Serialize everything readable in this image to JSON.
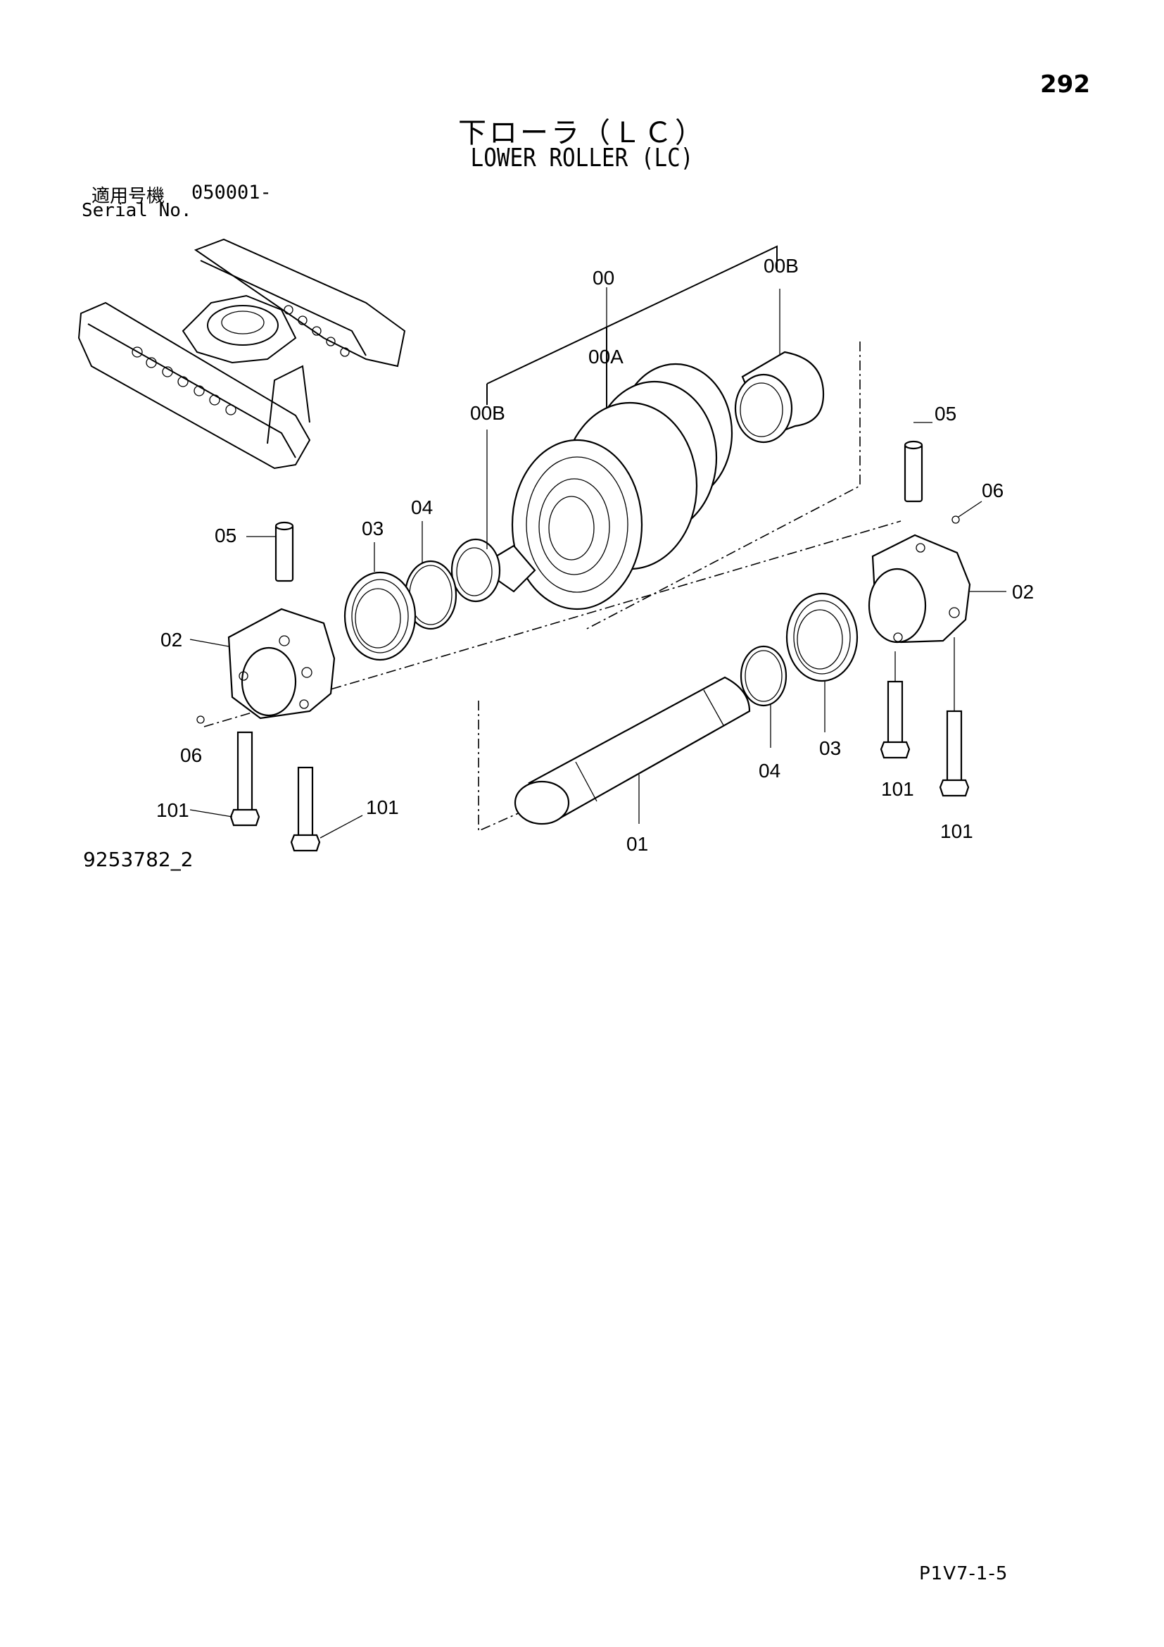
{
  "page_number": "292",
  "title_jp": "下ローラ（ＬＣ）",
  "title_en": "LOWER ROLLER (LC)",
  "serial_label_jp": "適用号機",
  "serial_value": "050001-",
  "serial_label_en": "Serial No.",
  "drawing_code": "9253782_2",
  "page_code": "P1V7-1-5",
  "callouts": {
    "c_00": "00",
    "c_00A": "00A",
    "c_00B_top": "00B",
    "c_00B_left": "00B",
    "c_05_right": "05",
    "c_06_right": "06",
    "c_02_right": "02",
    "c_05_left": "05",
    "c_03_left": "03",
    "c_04_left": "04",
    "c_02_left": "02",
    "c_06_left": "06",
    "c_101_a": "101",
    "c_101_b": "101",
    "c_01": "01",
    "c_04_right": "04",
    "c_03_right": "03",
    "c_101_c": "101",
    "c_101_d": "101"
  }
}
